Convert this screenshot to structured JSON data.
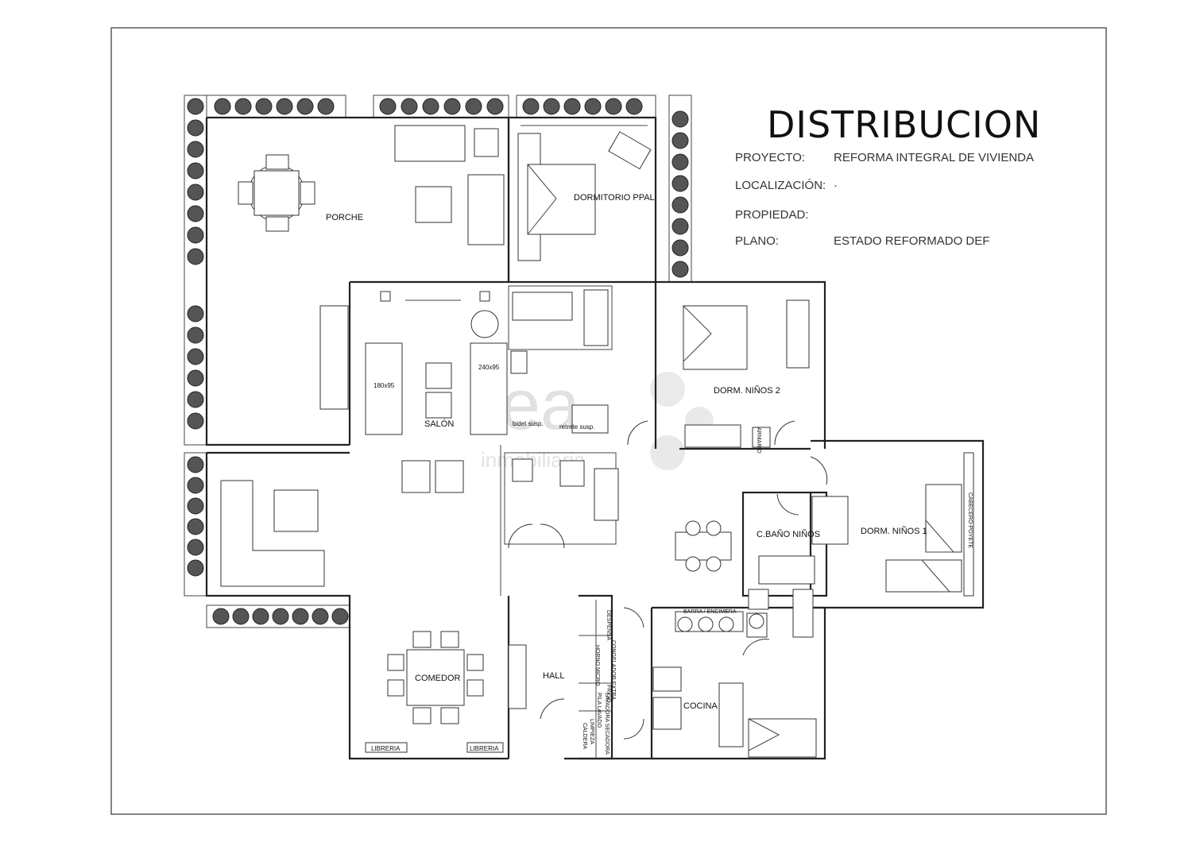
{
  "header": {
    "title": "DISTRIBUCION",
    "rows": [
      {
        "label": "PROYECTO:",
        "value": "REFORMA INTEGRAL DE VIVIENDA"
      },
      {
        "label": "LOCALIZACIÓN:",
        "value": "·"
      },
      {
        "label": "PROPIEDAD:",
        "value": ""
      },
      {
        "label": "PLANO:",
        "value": "ESTADO REFORMADO DEF"
      }
    ]
  },
  "rooms": {
    "porche": "PORCHE",
    "dormitorio_ppal": "DORMITORIO PPAL",
    "salon": "SALÓN",
    "dorm_ninos_2": "DORM. NIÑOS 2",
    "dorm_ninos_1": "DORM. NIÑOS 1",
    "bano_ninos": "C.BAÑO NIÑOS",
    "comedor": "COMEDOR",
    "hall": "HALL",
    "cocina": "COCINA"
  },
  "annotations": {
    "sofa_1": "180x95",
    "sofa_2": "240x95",
    "bidet": "bidet susp.",
    "retrete": "retrete susp.",
    "barra": "BARRA / ENCIMERA",
    "cabecero": "CABECERO-POYETE",
    "libreria_1": "LIBRERIA",
    "libreria_2": "LIBRERIA",
    "armario": "ARMARIO",
    "despensa": "DESPENSA",
    "horno": "HORNO MICRO",
    "congelador": "CONGELADOR EXTRA",
    "frigo": "FRIGO",
    "lavadora": "LAVADORA SECADORA",
    "pila": "PILA LAVADO",
    "limpieza": "LIMPIEZA",
    "caldera": "CALDERA"
  },
  "watermark": {
    "brand": "rea",
    "sub": "inmobiliaria"
  }
}
